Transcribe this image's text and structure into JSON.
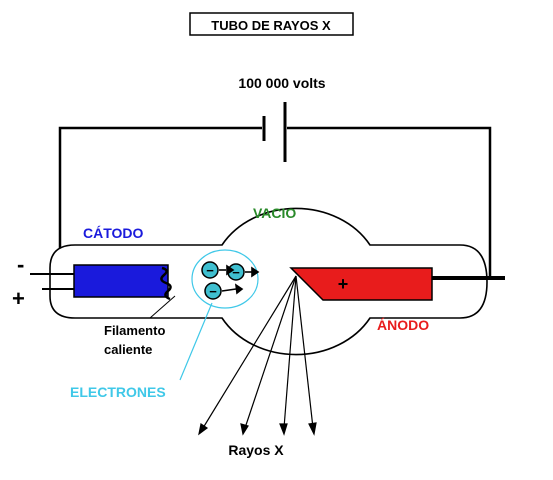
{
  "title": "TUBO DE RAYOS X",
  "voltage": "100 000 volts",
  "labels": {
    "vacuum": "VACIO",
    "cathode": "CÁTODO",
    "anode": "ÁNODO",
    "filament_line1": "Filamento",
    "filament_line2": "caliente",
    "electrons": "ELECTRONES",
    "xrays": "Rayos X",
    "minus_terminal": "-",
    "plus_terminal": "+",
    "anode_sign": "+",
    "electron_sign": "−"
  },
  "colors": {
    "cathode": "#1a1adc",
    "anode": "#e81c1c",
    "vacuum_label": "#2a8a2a",
    "cathode_label": "#1a1adc",
    "anode_label": "#e81c1c",
    "electrons_label": "#3fc8e8",
    "electron_fill": "#3fbfd0",
    "line": "#000000"
  }
}
